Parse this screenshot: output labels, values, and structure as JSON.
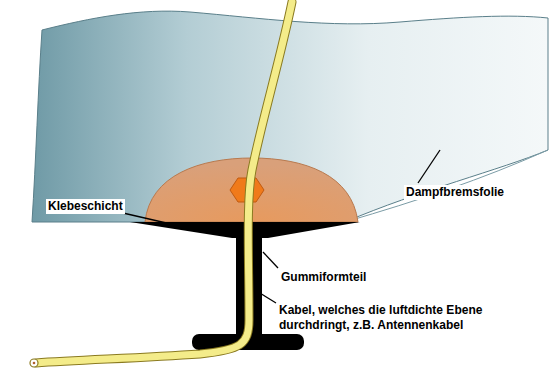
{
  "diagram": {
    "labels": [
      "Klebeschicht",
      "Dampfbremsfolie",
      "Gummiformteil",
      "Kabel, welches die luftdichte Ebene durchdringt, z.B. Antennenkabel"
    ]
  }
}
